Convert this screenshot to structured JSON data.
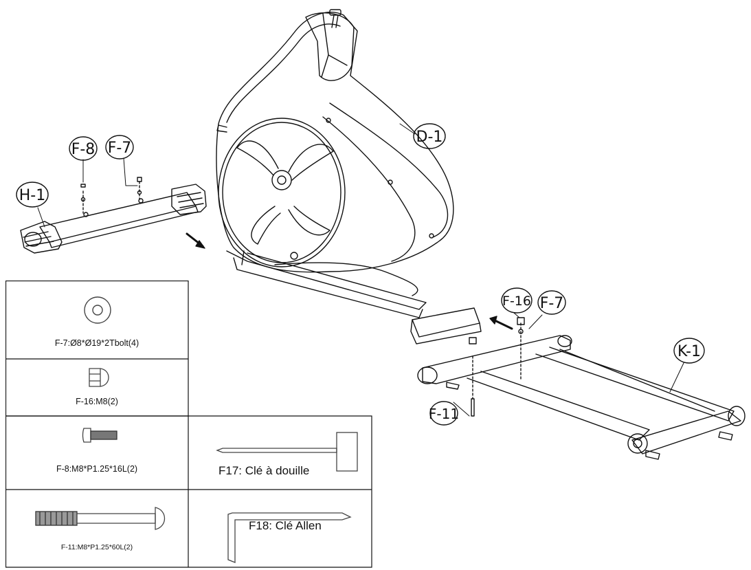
{
  "callouts": {
    "d1": "D-1",
    "h1": "H-1",
    "f8_top": "F-8",
    "f7_top": "F-7",
    "f16": "F-16",
    "f7_right": "F-7",
    "k1": "K-1",
    "f11": "F-11"
  },
  "parts_table": {
    "f7": "F-7:Ø8*Ø19*2Tbolt(4)",
    "f16": "F-16:M8(2)",
    "f8": "F-8:M8*P1.25*16L(2)",
    "f11": "F-11:M8*P1.25*60L(2)",
    "f17": "F17: Clé à douille",
    "f18": "F18: Clé Allen"
  },
  "colors": {
    "line": "#111111",
    "shade": "#9a9a9a",
    "background": "#ffffff"
  }
}
